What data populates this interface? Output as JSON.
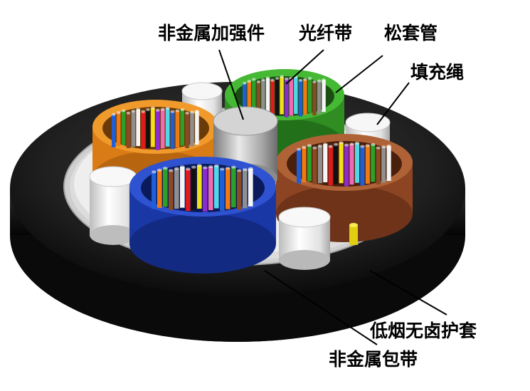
{
  "labels": {
    "strength_member": "非金属加强件",
    "fiber_ribbon": "光纤带",
    "loose_tube": "松套管",
    "filler": "填充绳",
    "sheath": "低烟无卤护套",
    "wrap_tape": "非金属包带"
  },
  "colors": {
    "sheath": "#1c1c1c",
    "tape": "#d9d9d9",
    "tube_green": "#3aa32a",
    "tube_orange": "#e58a1f",
    "tube_blue": "#1f3fb8",
    "tube_brown": "#9a4f2a",
    "filler": "#e8e8e8",
    "strength_member": "#b9b9b9",
    "fiber_palette": [
      "#1e5fd8",
      "#f07a12",
      "#2da02a",
      "#8a4a24",
      "#8f8f8f",
      "#f5f5f5",
      "#e01b1b",
      "#111111",
      "#f2e11a",
      "#8e2bd0",
      "#f06ab0",
      "#54d6e6"
    ]
  }
}
